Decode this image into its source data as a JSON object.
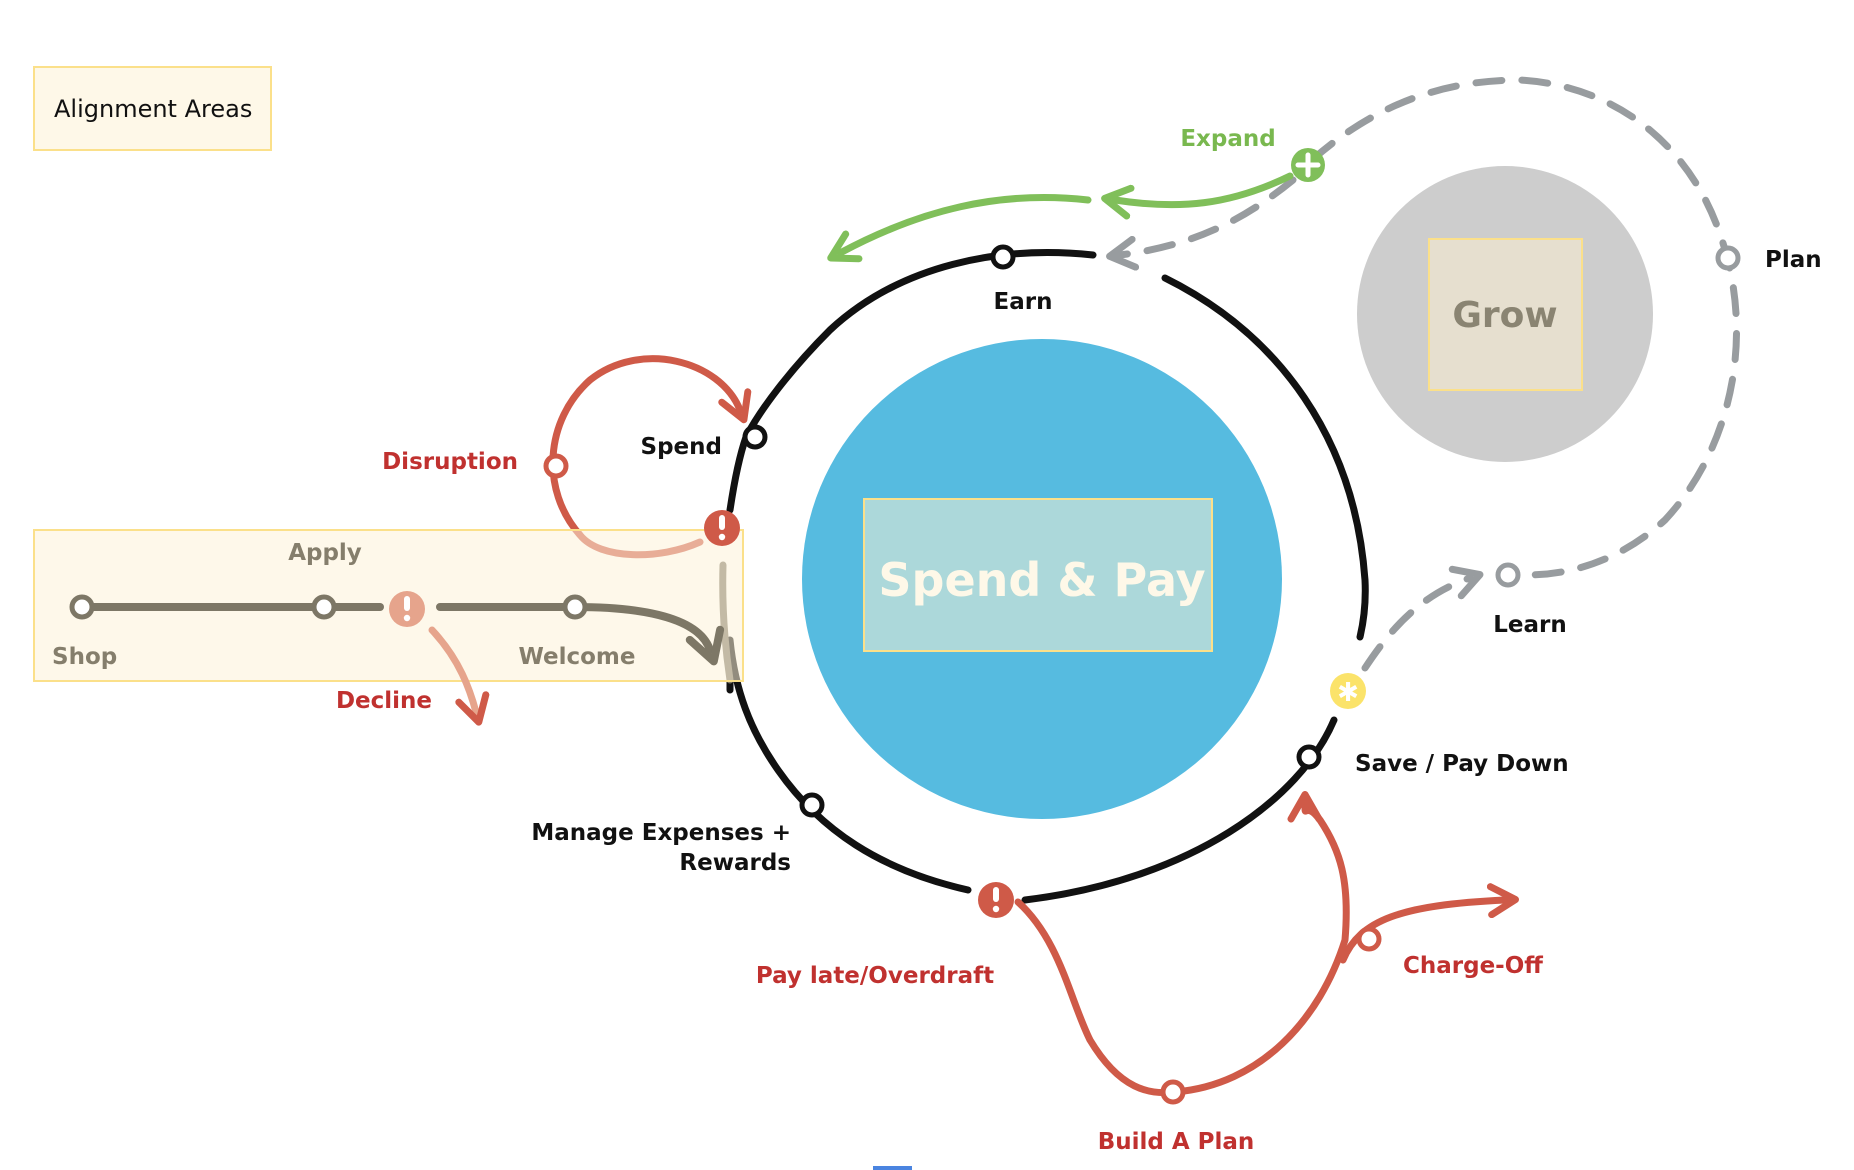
{
  "legend": {
    "label": "Alignment Areas"
  },
  "center": {
    "label": "Spend & Pay"
  },
  "satellite": {
    "label": "Grow"
  },
  "ring_stages": {
    "earn": "Earn",
    "spend": "Spend",
    "manage": [
      "Manage Expenses +",
      "Rewards"
    ],
    "save": "Save / Pay Down"
  },
  "onboarding": {
    "shop": "Shop",
    "apply": "Apply",
    "welcome": "Welcome",
    "decline": "Decline"
  },
  "disruption": {
    "label": "Disruption"
  },
  "recovery": {
    "pay_late": "Pay late/Overdraft",
    "build_plan": "Build A Plan",
    "charge_off": "Charge-Off"
  },
  "growth_loop": {
    "expand": "Expand",
    "plan": "Plan",
    "learn": "Learn"
  },
  "icons": {
    "warning": "!",
    "plus": "+",
    "sparkle": "✱"
  },
  "colors": {
    "ring": "#111111",
    "core_blue": "#56bbe0",
    "core_box": "#acd8da",
    "grow_circle": "#cdcdcd",
    "grow_box": "#e6dfcf",
    "alignment_fill": "#fef8e8",
    "alignment_border": "#fbe08a",
    "red": "#cf5a48",
    "red_light": "#e6a48c",
    "olive": "#7d7766",
    "green": "#80bf5a",
    "gray_dash": "#989c9f",
    "yellow": "#fbe36a"
  }
}
